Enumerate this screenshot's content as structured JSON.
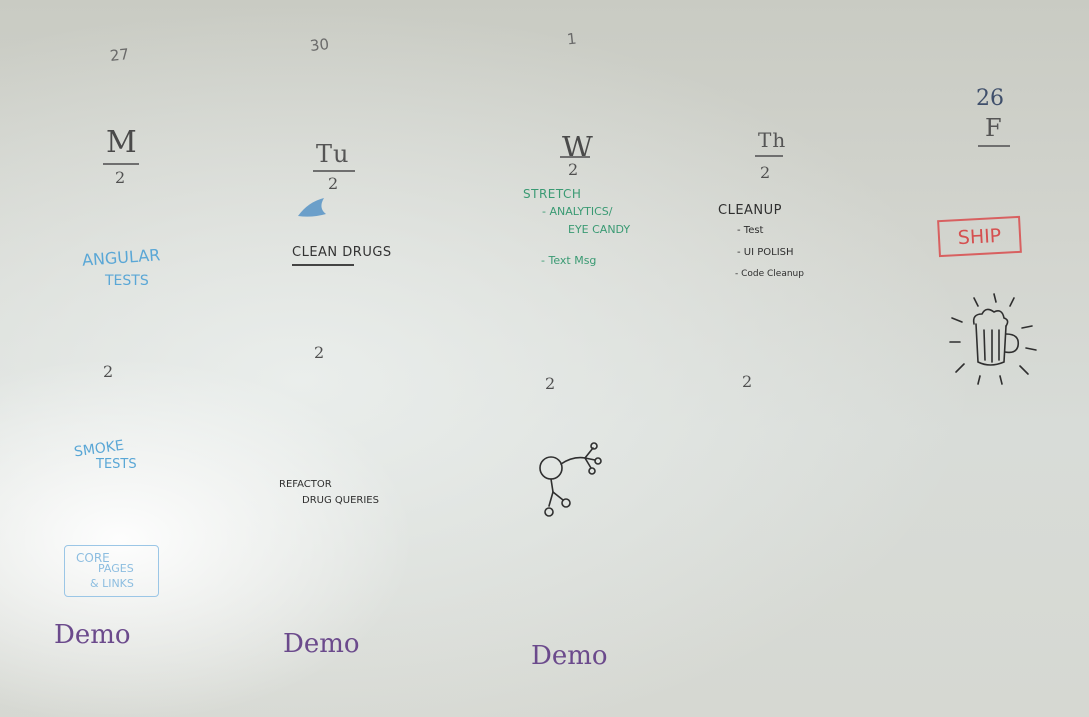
{
  "dates": {
    "mon": "27",
    "tue": "30",
    "wed": "1",
    "fri": "26"
  },
  "days": {
    "mon": "M",
    "tue": "Tu",
    "wed": "W",
    "thu": "Th",
    "fri": "F"
  },
  "points": {
    "mon_top": "2",
    "tue_top": "2",
    "wed_top": "2",
    "thu_top": "2",
    "mon_mid": "2",
    "tue_mid": "2",
    "wed_mid": "2",
    "thu_mid": "2"
  },
  "tasks": {
    "angular_tests_1": "ANGULAR",
    "angular_tests_2": "TESTS",
    "clean_drugs": "CLEAN DRUGS",
    "stretch": "STRETCH",
    "analytics": "- ANALYTICS/",
    "eye_candy": "EYE CANDY",
    "text_msg": "- Text Msg",
    "cleanup": "CLEANUP",
    "cleanup_test": "- Test",
    "cleanup_ui": "- UI POLISH",
    "cleanup_code": "- Code Cleanup",
    "smoke_tests_1": "SMOKE",
    "smoke_tests_2": "TESTS",
    "refactor_1": "REFACTOR",
    "refactor_2": "DRUG QUERIES",
    "core_1": "CORE",
    "core_2": "PAGES",
    "core_3": "& LINKS",
    "ship": "SHIP"
  },
  "demos": {
    "mon": "Demo",
    "tue": "Demo",
    "wed": "Demo"
  },
  "colors": {
    "marker_black": "#2f2f2f",
    "marker_blue": "#5aa7d6",
    "marker_green": "#3a9a73",
    "marker_red": "#d55050",
    "marker_purple": "#6b4a8c"
  },
  "icons": {
    "beer": "beer-mug-icon",
    "stick_figure": "stick-figure-icon"
  }
}
